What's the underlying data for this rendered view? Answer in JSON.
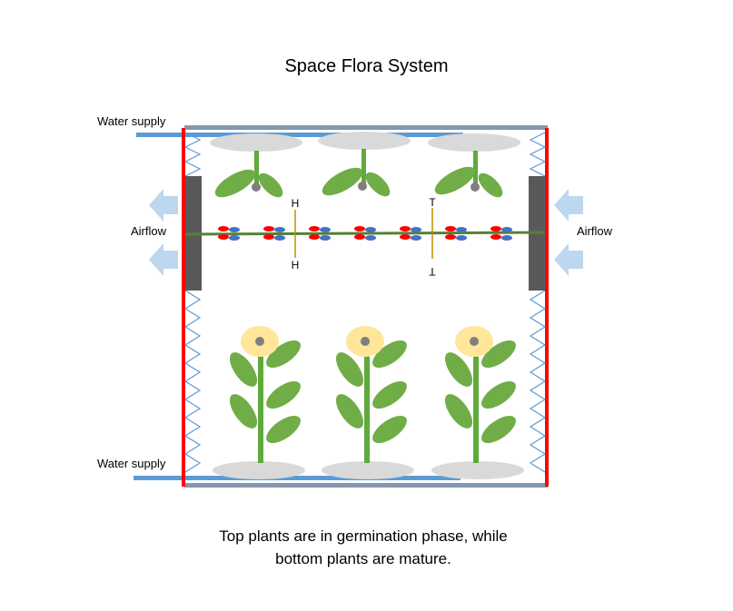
{
  "title": "Space Flora System",
  "labels": {
    "water_supply_top": "Water supply",
    "water_supply_bottom": "Water supply",
    "airflow_left": "Airflow",
    "airflow_right": "Airflow",
    "sensor_left_top": "H",
    "sensor_left_bottom": "H",
    "sensor_right_top": "T",
    "sensor_right_bottom": "T"
  },
  "caption_lines": [
    "Top plants are in germination phase, while",
    "bottom plants are mature."
  ],
  "colors": {
    "frame": "#8497b0",
    "wall": "#ff0000",
    "water_pipe": "#5b9bd5",
    "spring": "#5b9bd5",
    "fan": "#595959",
    "arrow": "#bdd7ee",
    "plant": "#70ad47",
    "stem": "#5faa3c",
    "seed": "#7f7f7f",
    "flower": "#ffe699",
    "tray": "#d9d9d9",
    "led_red": "#ff0000",
    "led_blue": "#4472c4",
    "led_bar": "#548235",
    "sensor": "#bf9000"
  }
}
